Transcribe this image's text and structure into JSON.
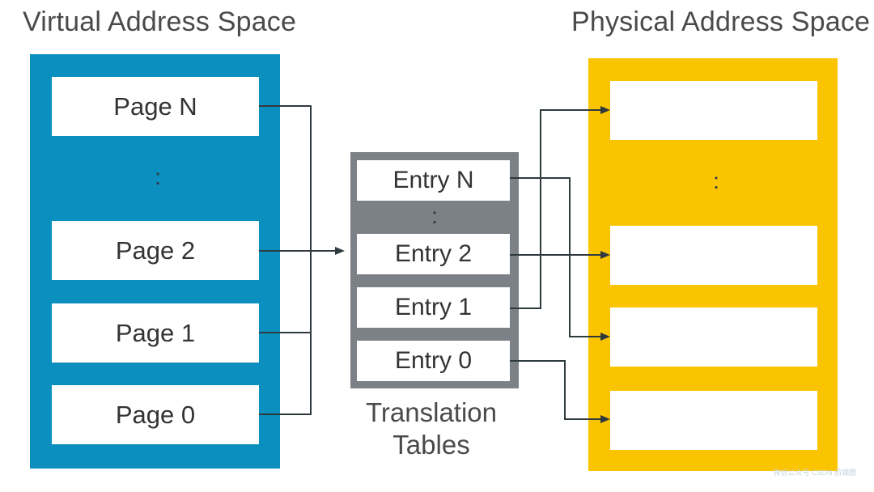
{
  "virtual_space": {
    "title": "Virtual Address Space",
    "ellipsis": ":",
    "pages": [
      "Page N",
      "Page 2",
      "Page 1",
      "Page 0"
    ]
  },
  "physical_space": {
    "title": "Physical Address Space",
    "ellipsis": ":"
  },
  "translation_tables": {
    "caption_line1": "Translation",
    "caption_line2": "Tables",
    "ellipsis": ":",
    "entries": [
      "Entry N",
      "Entry 2",
      "Entry 1",
      "Entry 0"
    ]
  },
  "colors": {
    "virtual": "#0a8fbf",
    "physical": "#fbc400",
    "tables": "#7b8186",
    "arrow": "#2f3a3f"
  },
  "watermark": "微信公众号 CSDN 前端圈"
}
